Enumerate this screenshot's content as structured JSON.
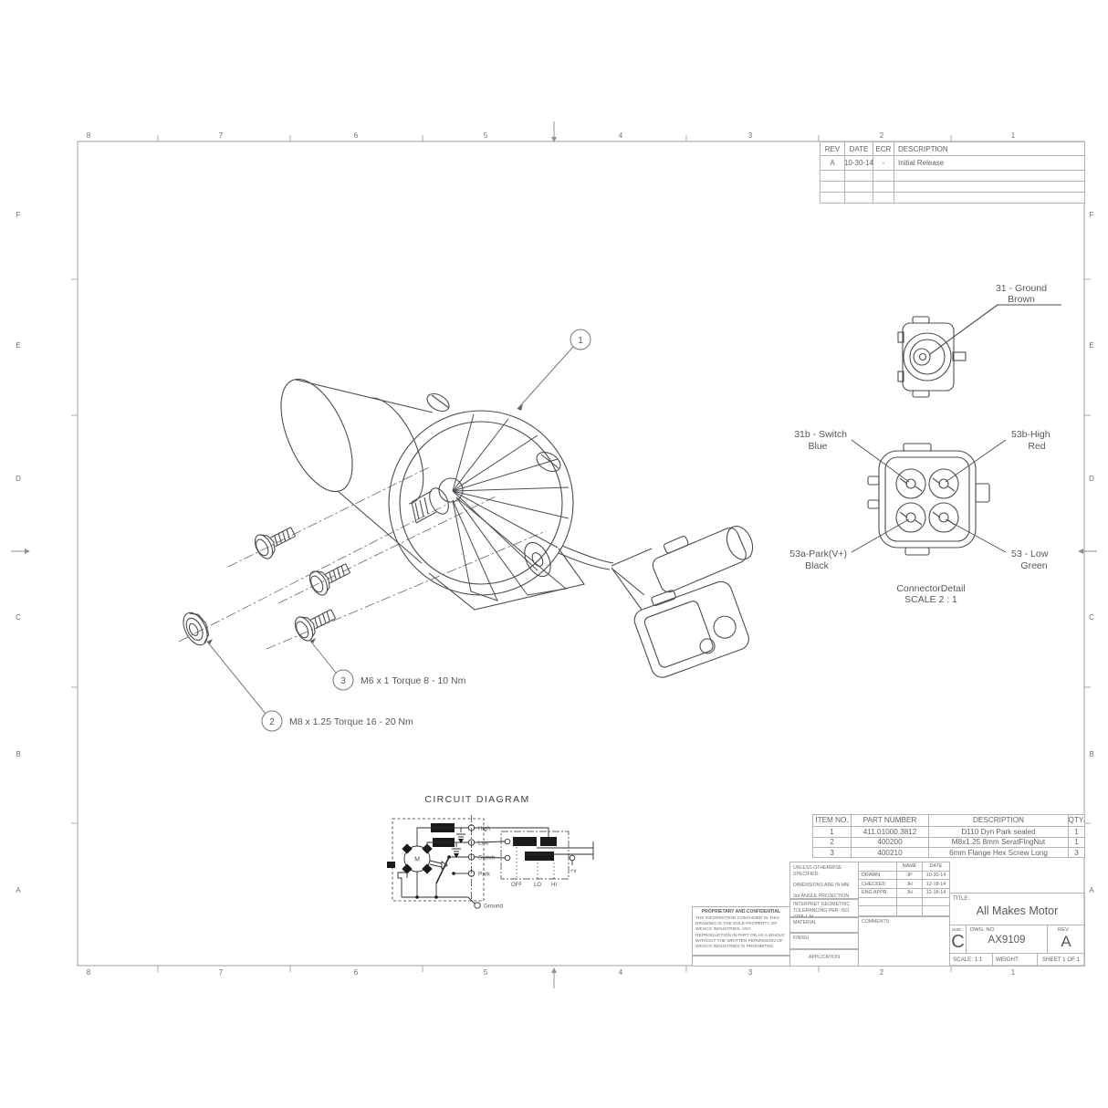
{
  "sheet": {
    "zone_cols": [
      "8",
      "7",
      "6",
      "5",
      "4",
      "3",
      "2",
      "1"
    ],
    "zone_rows": [
      "F",
      "E",
      "D",
      "C",
      "B",
      "A"
    ]
  },
  "revision_table": {
    "headers": {
      "rev": "REV",
      "date": "DATE",
      "ecr": "ECR",
      "description": "DESCRIPTION"
    },
    "row": {
      "rev": "A",
      "date": "10-30-14",
      "ecr": "-",
      "description": "Initial Release"
    }
  },
  "exploded_view": {
    "balloon_1": "1",
    "balloon_2": "2",
    "balloon_3": "3",
    "note_3": "M6 x 1 Torque 8 - 10 Nm",
    "note_2": "M8 x 1.25 Torque 16 - 20 Nm"
  },
  "ground_connector": {
    "label": "31 - Ground",
    "wire_color": "Brown"
  },
  "connector_detail": {
    "caption": "ConnectorDetail",
    "scale": "SCALE 2 : 1",
    "pin_switch": {
      "label": "31b - Switch",
      "wire_color": "Blue"
    },
    "pin_high": {
      "label": "53b-High",
      "wire_color": "Red"
    },
    "pin_park": {
      "label": "53a-Park(V+)",
      "wire_color": "Black"
    },
    "pin_low": {
      "label": "53 - Low",
      "wire_color": "Green"
    }
  },
  "circuit_diagram": {
    "title": "CIRCUIT DIAGRAM",
    "motor": "M",
    "terminals": {
      "high": "High",
      "low": "Low",
      "switch": "Switch",
      "park": "Park",
      "ground": "Ground"
    },
    "switch_positions": {
      "off": "OFF",
      "lo": "LO",
      "hi": "HI"
    },
    "supply": "+v"
  },
  "parts_table": {
    "headers": [
      "ITEM NO.",
      "PART NUMBER",
      "DESCRIPTION",
      "QTY."
    ],
    "rows": [
      [
        "1",
        "411.01000.3812",
        "D110 Dyn Park sealed",
        "1"
      ],
      [
        "2",
        "400200",
        "M8x1.25 8mm SeratFlngNut",
        "1"
      ],
      [
        "3",
        "400210",
        "6mm Flange Hex Screw Long",
        "3"
      ]
    ]
  },
  "title_block": {
    "proprietary_heading": "PROPRIETARY AND CONFIDENTIAL",
    "proprietary_body": "THE INFORMATION CONTAINED IN THIS DRAWING IS THE SOLE PROPERTY OF WEXCO INDUSTRIES.  ANY REPRODUCTION IN PART OR AS A WHOLE WITHOUT THE WRITTEN PERMISSION OF WEXCO INDUSTRIES IS PROHIBITED.",
    "unless": "UNLESS OTHERWISE SPECIFIED:",
    "dimensions": "DIMENSIONS ARE IN MM",
    "projection": "3rd ANGLE PROJECTION",
    "interpret": "INTERPRET GEOMETRIC",
    "tolerancing": "TOLERANCING PER: ISO 2768-1 M",
    "material": "MATERIAL",
    "finish": "FINISH",
    "application": "APPLICATION",
    "comments": "COMMENTS:",
    "col_name": "NAME",
    "col_date": "DATE",
    "drawn_label": "DRAWN",
    "drawn_name": "JP",
    "drawn_date": "10-30-14",
    "checked_label": "CHECKED",
    "checked_name": "JH",
    "checked_date": "12-18-14",
    "engappr_label": "ENG APPR.",
    "engappr_name": "JH",
    "engappr_date": "12-18-14",
    "title_label": "TITLE:",
    "title": "All Makes Motor",
    "size_label": "SIZE",
    "size": "C",
    "dwg_label": "DWG.  NO.",
    "dwg_no": "AX9109",
    "rev_label": "REV",
    "rev": "A",
    "scale": "SCALE: 1:1",
    "weight": "WEIGHT:",
    "sheet": "SHEET 1 OF 1"
  }
}
